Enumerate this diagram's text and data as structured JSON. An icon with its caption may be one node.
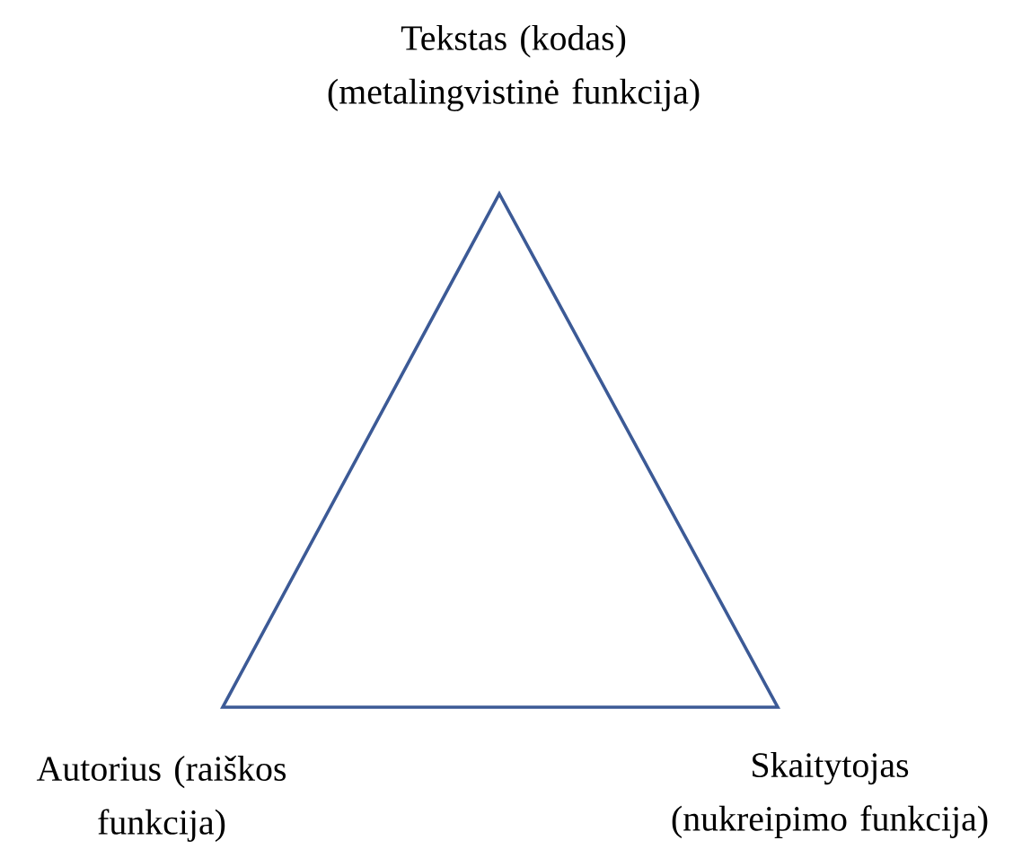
{
  "diagram": {
    "labels": [
      "Tekstas (kodas) (metalingvistinė funkcija)",
      "Autorius (raiškos funkcija)",
      "Skaitytojas (nukreipimo funkcija)"
    ]
  }
}
